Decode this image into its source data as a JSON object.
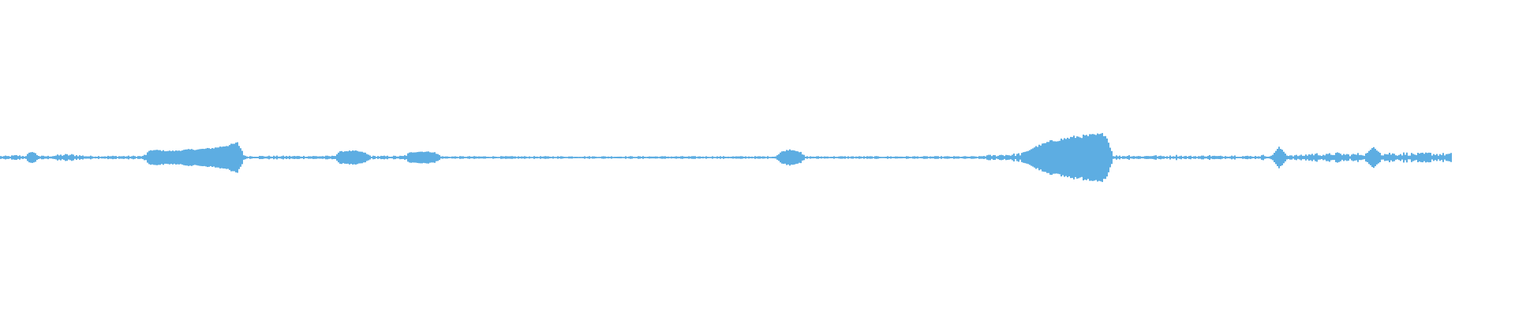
{
  "chart_data": {
    "type": "area",
    "title": "",
    "xlabel": "",
    "ylabel": "",
    "color": "#5dade2",
    "background": "#ffffff",
    "grid": false,
    "symmetric": true,
    "amplitude_envelope": [
      2,
      2,
      3,
      2,
      8,
      2,
      2,
      3,
      4,
      4,
      3,
      2,
      2,
      2,
      2,
      2,
      2,
      2,
      2,
      10,
      10,
      9,
      9,
      10,
      11,
      11,
      12,
      13,
      15,
      17,
      20,
      2,
      2,
      2,
      2,
      2,
      2,
      2,
      2,
      2,
      2,
      2,
      2,
      8,
      9,
      9,
      7,
      2,
      2,
      2,
      2,
      2,
      7,
      8,
      8,
      7,
      1.5,
      1.5,
      1.5,
      1.5,
      1.5,
      1.5,
      1.5,
      1.5,
      1.5,
      1.5,
      1.5,
      1.5,
      1.5,
      1.5,
      1.5,
      1.5,
      1.5,
      1.5,
      1.5,
      1.5,
      1.5,
      1.5,
      1.5,
      1.5,
      1.5,
      1.5,
      1.5,
      1.5,
      1.5,
      1.5,
      1.5,
      1.5,
      1.5,
      1.5,
      1.5,
      1.5,
      1.5,
      1.5,
      1.5,
      1.5,
      1.5,
      1.5,
      1.5,
      8,
      11,
      9,
      1.5,
      1.5,
      1.5,
      1.5,
      1.5,
      1.5,
      1.5,
      1.5,
      1.5,
      1.5,
      1.5,
      1.5,
      1.5,
      1.5,
      1.5,
      1.5,
      1.5,
      1.5,
      1.5,
      1.5,
      1.5,
      1.5,
      1.5,
      3,
      3,
      4,
      4,
      5,
      8,
      14,
      18,
      22,
      24,
      26,
      28,
      29,
      30,
      31,
      32,
      3,
      2,
      3,
      2,
      2,
      3,
      2,
      2,
      3,
      2,
      2,
      2,
      3,
      2,
      2,
      3,
      2,
      2,
      2,
      3,
      2,
      14,
      4,
      3,
      3,
      5,
      5,
      4,
      6,
      5,
      4,
      5,
      5,
      14,
      5,
      6,
      5,
      6,
      5,
      5,
      6,
      5,
      5
    ]
  }
}
